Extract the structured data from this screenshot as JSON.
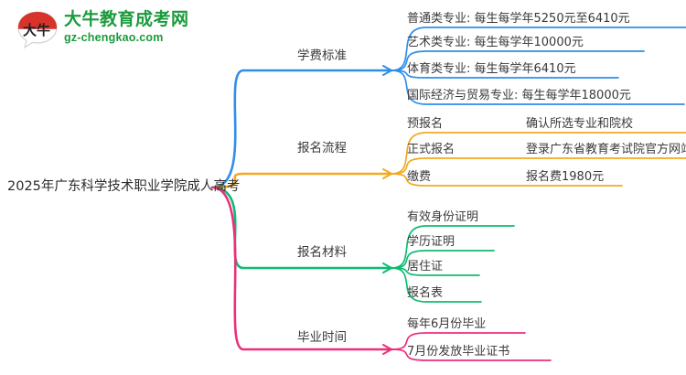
{
  "logo": {
    "mark_text": "大牛",
    "brand_cn": "大牛教育成考网",
    "brand_en": "gz-chengkao.com",
    "brand_color": "#1a9b3c",
    "mark_color": "#d8332a"
  },
  "mindmap": {
    "root": {
      "label": "2025年广东科学技术职业学院成人高考"
    },
    "branches": [
      {
        "label": "学费标准",
        "color": "#2f8fe8",
        "items": [
          {
            "text": "普通类专业: 每生每学年5250元至6410元"
          },
          {
            "text": "艺术类专业: 每生每学年10000元"
          },
          {
            "text": "体育类专业: 每生每学年6410元"
          },
          {
            "text": "国际经济与贸易专业: 每生每学年18000元"
          }
        ]
      },
      {
        "label": "报名流程",
        "color": "#f2a battle",
        "items": [
          {
            "text": "预报名",
            "text2": "确认所选专业和院校"
          },
          {
            "text": "正式报名",
            "text2": "登录广东省教育考试院官方网站"
          },
          {
            "text": "缴费",
            "text2": "报名费1980元"
          }
        ]
      },
      {
        "label": "报名材料",
        "color": "#0cbc72",
        "items": [
          {
            "text": "有效身份证明"
          },
          {
            "text": "学历证明"
          },
          {
            "text": "居住证"
          },
          {
            "text": "报名表"
          }
        ]
      },
      {
        "label": "毕业时间",
        "color": "#ec2f7b",
        "items": [
          {
            "text": "每年6月份毕业"
          },
          {
            "text": "7月份发放毕业证书"
          }
        ]
      }
    ]
  }
}
